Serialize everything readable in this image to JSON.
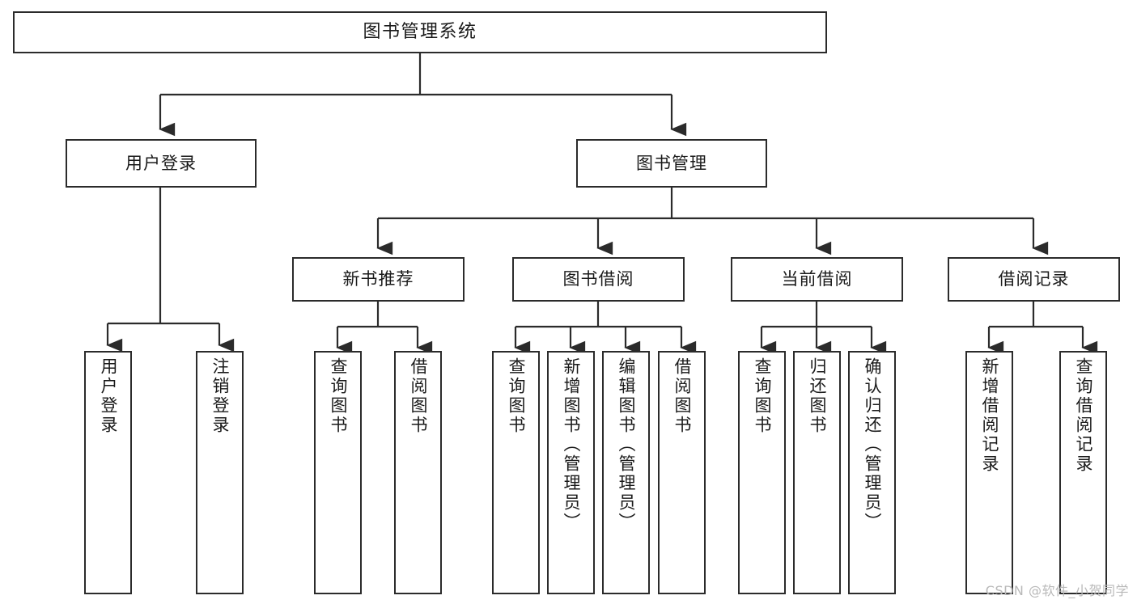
{
  "diagram": {
    "title": "图书管理系统",
    "type": "tree",
    "stroke_color": "#2b2b2b",
    "fill_color": "#ffffff",
    "text_color": "#1a1a1a"
  },
  "nodes": {
    "root": {
      "label": "图书管理系统"
    },
    "level1": [
      {
        "id": "user-login",
        "label": "用户登录"
      },
      {
        "id": "book-manage",
        "label": "图书管理"
      }
    ],
    "level2": [
      {
        "id": "new-book-rec",
        "label": "新书推荐"
      },
      {
        "id": "book-borrow",
        "label": "图书借阅"
      },
      {
        "id": "current-borrow",
        "label": "当前借阅"
      },
      {
        "id": "borrow-record",
        "label": "借阅记录"
      }
    ],
    "leaves": {
      "user_login": [
        {
          "id": "leaf-user-login",
          "label": "用户登录"
        },
        {
          "id": "leaf-logout",
          "label": "注销登录"
        }
      ],
      "new_book_rec": [
        {
          "id": "leaf-query-book-1",
          "label": "查询图书"
        },
        {
          "id": "leaf-borrow-book-1",
          "label": "借阅图书"
        }
      ],
      "book_borrow": [
        {
          "id": "leaf-query-book-2",
          "label": "查询图书"
        },
        {
          "id": "leaf-add-book",
          "label": "新增图书（管理员）"
        },
        {
          "id": "leaf-edit-book",
          "label": "编辑图书（管理员）"
        },
        {
          "id": "leaf-borrow-book-2",
          "label": "借阅图书"
        }
      ],
      "current_borrow": [
        {
          "id": "leaf-query-book-3",
          "label": "查询图书"
        },
        {
          "id": "leaf-return-book",
          "label": "归还图书"
        },
        {
          "id": "leaf-confirm-return",
          "label": "确认归还（管理员）"
        }
      ],
      "borrow_record": [
        {
          "id": "leaf-add-record",
          "label": "新增借阅记录"
        },
        {
          "id": "leaf-query-record",
          "label": "查询借阅记录"
        }
      ]
    }
  },
  "watermark": {
    "text": "CSDN @软件_小贺同学"
  }
}
